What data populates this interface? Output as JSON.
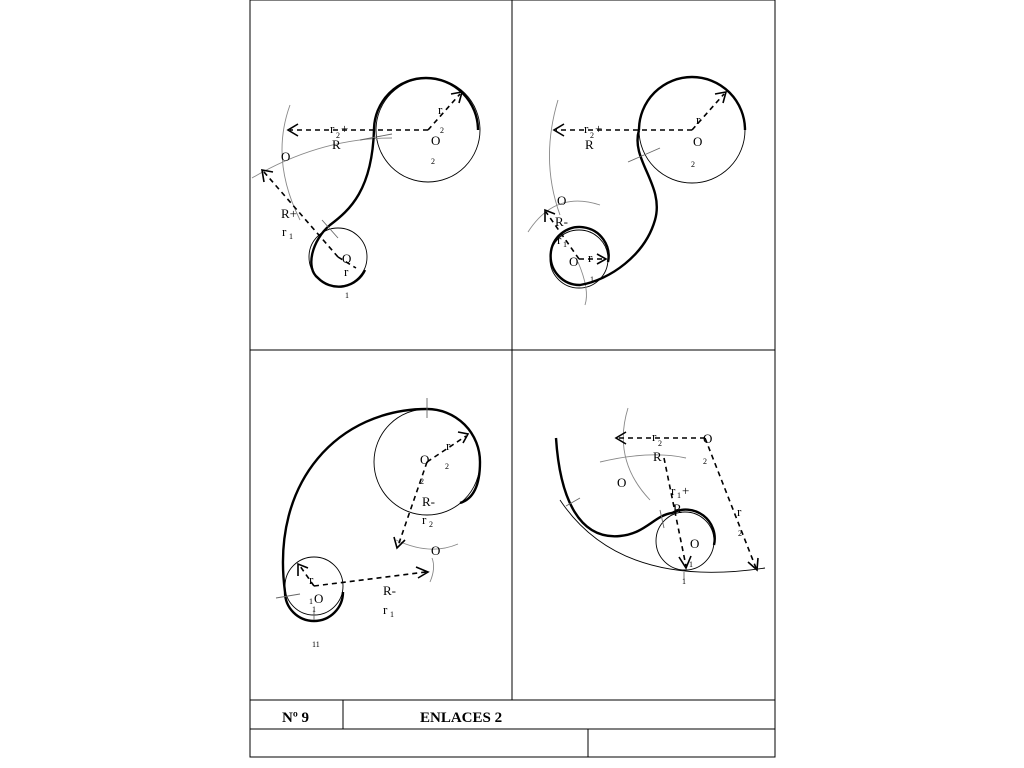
{
  "title_block": {
    "number": "Nº 9",
    "title": "ENLACES 2"
  },
  "panel_1": {
    "labels": [
      "r",
      "r",
      "2",
      "+",
      "R",
      "O",
      "2",
      "2",
      "O",
      "R+",
      "r",
      "1",
      "O",
      "r",
      "1"
    ]
  },
  "panel_2": {
    "labels": [
      "r",
      "r",
      "2",
      "+",
      "R",
      "O",
      "2",
      "O",
      "R-",
      "r",
      "1",
      "O",
      "r",
      "1"
    ]
  },
  "panel_3": {
    "labels": [
      "r",
      "O",
      "2",
      "2",
      "R-",
      "r",
      "2",
      "O",
      "r",
      "1",
      "O",
      "1",
      "R-",
      "r",
      "1",
      "11"
    ]
  },
  "panel_4": {
    "labels": [
      "r",
      "2",
      "R",
      "O",
      "2",
      "O",
      "r",
      "1",
      "+",
      "R",
      "r",
      "2",
      "O",
      "1",
      "1"
    ]
  }
}
